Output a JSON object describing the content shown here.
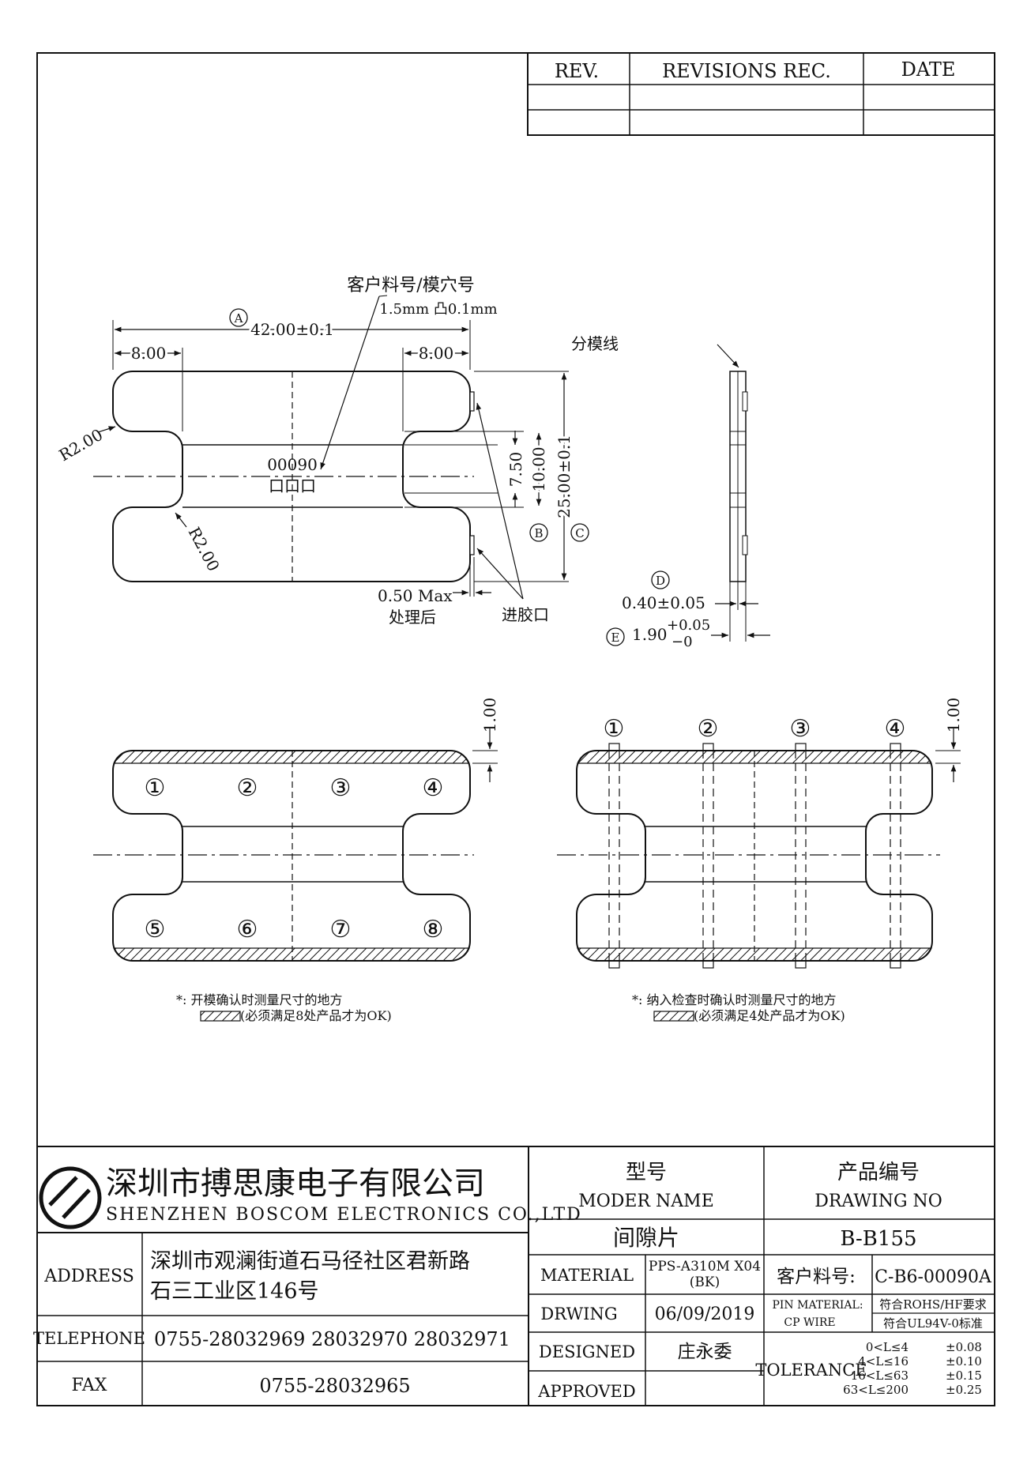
{
  "revision_block": {
    "headers": [
      "REV.",
      "REVISIONS REC.",
      "DATE"
    ]
  },
  "top_view": {
    "callout_line1": "客户料号/模穴号",
    "callout_line2": "1.5mm 凸0.1mm",
    "dim_a_circle": "A",
    "dim_a_value": "42.00±0.1",
    "dim_left_width": "8.00",
    "dim_right_width": "8.00",
    "radius_top": "R2.00",
    "radius_bottom": "R2.00",
    "part_number": "00090",
    "cavity_boxes": "口口口",
    "dim_inner": "7.50",
    "dim_b_value": "10.00",
    "dim_b_circle": "B",
    "dim_c_value": "25.00±0.1",
    "dim_c_circle": "C",
    "gate_max": "0.50 Max",
    "gate_processed": "处理后",
    "gate_label": "进胶口"
  },
  "side_view": {
    "parting_line": "分模线",
    "dim_d_circle": "D",
    "dim_d_value": "0.40±0.05",
    "dim_e_circle": "E",
    "dim_e_value": "1.90",
    "dim_e_plus": "+0.05",
    "dim_e_minus": "−0"
  },
  "measure_view_left": {
    "thickness": "1.00",
    "points": [
      "①",
      "②",
      "③",
      "④",
      "⑤",
      "⑥",
      "⑦",
      "⑧"
    ],
    "note_line1": "*: 开模确认时测量尺寸的地方",
    "note_line2": "(必须满足8处产品才为OK)"
  },
  "measure_view_right": {
    "thickness": "1.00",
    "points": [
      "①",
      "②",
      "③",
      "④"
    ],
    "note_line1": "*: 纳入检查时确认时测量尺寸的地方",
    "note_line2": "(必须满足4处产品才为OK)"
  },
  "title_block": {
    "company_cn": "深圳市搏思康电子有限公司",
    "company_en": "SHENZHEN BOSCOM ELECTRONICS CO.,LTD",
    "address_label": "ADDRESS",
    "address_line1": "深圳市观澜街道石马径社区君新路",
    "address_line2": "石三工业区146号",
    "telephone_label": "TELEPHONE",
    "telephone": "0755-28032969 28032970 28032971",
    "fax_label": "FAX",
    "fax": "0755-28032965",
    "model_label_cn": "型号",
    "model_label_en": "MODER NAME",
    "drawing_label_cn": "产品编号",
    "drawing_label_en": "DRAWING NO",
    "model_value": "间隙片",
    "drawing_value": "B-B155",
    "material_label": "MATERIAL",
    "material_line1": "PPS-A310M X04",
    "material_line2": "(BK)",
    "customer_pn_label": "客户料号:",
    "customer_pn": "C-B6-00090A",
    "drawing_date_label": "DRWING",
    "drawing_date": "06/09/2019",
    "pin_material_label": "PIN  MATERIAL:",
    "cp_wire_label": "CP WIRE",
    "rohs": "符合ROHS/HF要求",
    "ul": "符合UL94V-0标准",
    "designed_label": "DESIGNED",
    "designer": "庄永委",
    "approved_label": "APPROVED",
    "tolerance_label": "TOLERANCE",
    "tolerance_rows": [
      [
        "0<L≤4",
        "±0.08"
      ],
      [
        "4<L≤16",
        "±0.10"
      ],
      [
        "16<L≤63",
        "±0.15"
      ],
      [
        "63<L≤200",
        "±0.25"
      ]
    ]
  }
}
